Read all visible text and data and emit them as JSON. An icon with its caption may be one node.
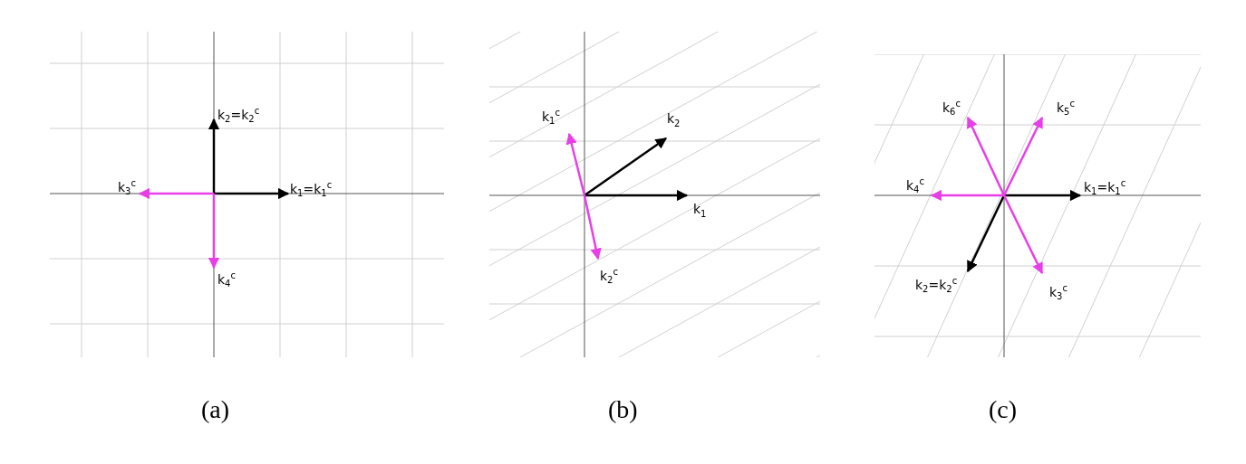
{
  "diagram": {
    "labels": [
      "k$_{2}$=k$_{2}$$^{c}$",
      "k$_{3}$$^{c}$",
      "k$_{1}$=k$_{1}$$^{c}$",
      "k$_{4}$$^{c}$",
      "k$_{1}$$^{c}$",
      "k$_{2}$",
      "k$_{1}$",
      "k$_{2}$$^{c}$",
      "k$_{6}$$^{c}$",
      "k$_{5}$$^{c}$",
      "k$_{4}$$^{c}$",
      "k$_{1}$=k$_{1}$$^{c}$",
      "k$_{2}$=k$_{2}$$^{c}$",
      "k$_{3}$$^{c}$",
      "(a)",
      "(b)",
      "(c)"
    ]
  }
}
